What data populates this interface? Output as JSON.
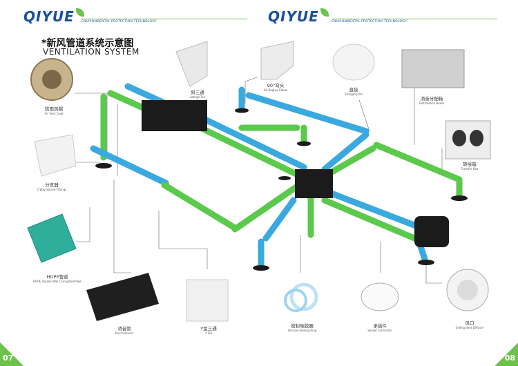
{
  "header": {
    "left_logo": "QIYUE",
    "right_logo": "QIYUE",
    "left_tagline": "ENVIRONMENTAL PROTECTION TECHNOLOGY",
    "right_tagline": "ENVIRONMENTAL PROTECTION TECHNOLOGY",
    "accent": "#6cc24a",
    "brand": "#1a4f9c"
  },
  "title": {
    "cn": "*新风管道系统示意图",
    "en": "VENTILATION SYSTEM"
  },
  "products": [
    {
      "cn": "防雨风帽",
      "en": "Air Vent Cowl"
    },
    {
      "cn": "斜三通",
      "en": "Lateral Tee"
    },
    {
      "cn": "90°弯头",
      "en": "90 Degree Elbow"
    },
    {
      "cn": "直接",
      "en": "Straight Joint"
    },
    {
      "cn": "消音分配箱",
      "en": "Distribution Boxes"
    },
    {
      "cn": "转接箱",
      "en": "Transfer Box"
    },
    {
      "cn": "分支器",
      "en": "2 Way Socket Fittings"
    },
    {
      "cn": "HDPE管道",
      "en": "HDPE Double Wall Corrugated Pipe"
    },
    {
      "cn": "消音管",
      "en": "Duct Silencer"
    },
    {
      "cn": "Y型三通",
      "en": "Y Tee"
    },
    {
      "cn": "密封硅胶圈",
      "en": "Silicone Sealing Ring"
    },
    {
      "cn": "承插件",
      "en": "Socket Connector"
    },
    {
      "cn": "风口",
      "en": "Ceiling Vent Diffuser"
    }
  ],
  "pages": {
    "left": "07",
    "right": "08"
  },
  "colors": {
    "pipe_green": "#5bc94c",
    "pipe_blue": "#3aa9e0",
    "joint": "#f2f2f2",
    "box": "#1b1b1b"
  }
}
